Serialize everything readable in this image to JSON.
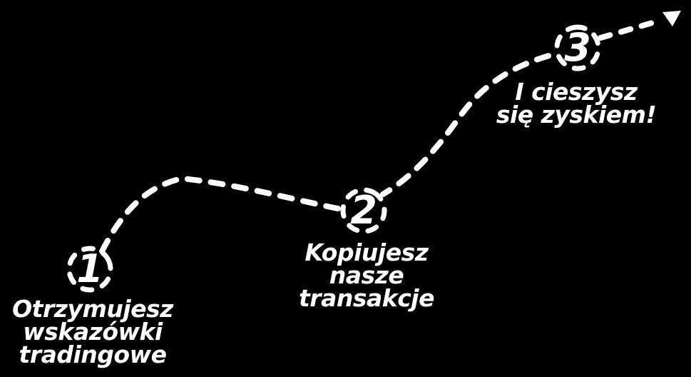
{
  "figure": {
    "type": "three-step-process-diagram",
    "background_color": "#000000",
    "foreground_color": "#ffffff"
  },
  "icons": {
    "arrowhead": "arrow-up-right",
    "path": "dashed-curved-line",
    "step_marker": "dashed-circle"
  },
  "steps": [
    {
      "number": "1",
      "lines": [
        "Otrzymujesz",
        "wskazówki",
        "tradingowe"
      ]
    },
    {
      "number": "2",
      "lines": [
        "Kopiujesz",
        "nasze",
        "transakcje"
      ]
    },
    {
      "number": "3",
      "lines": [
        "I cieszysz",
        "się zyskiem!"
      ]
    }
  ]
}
